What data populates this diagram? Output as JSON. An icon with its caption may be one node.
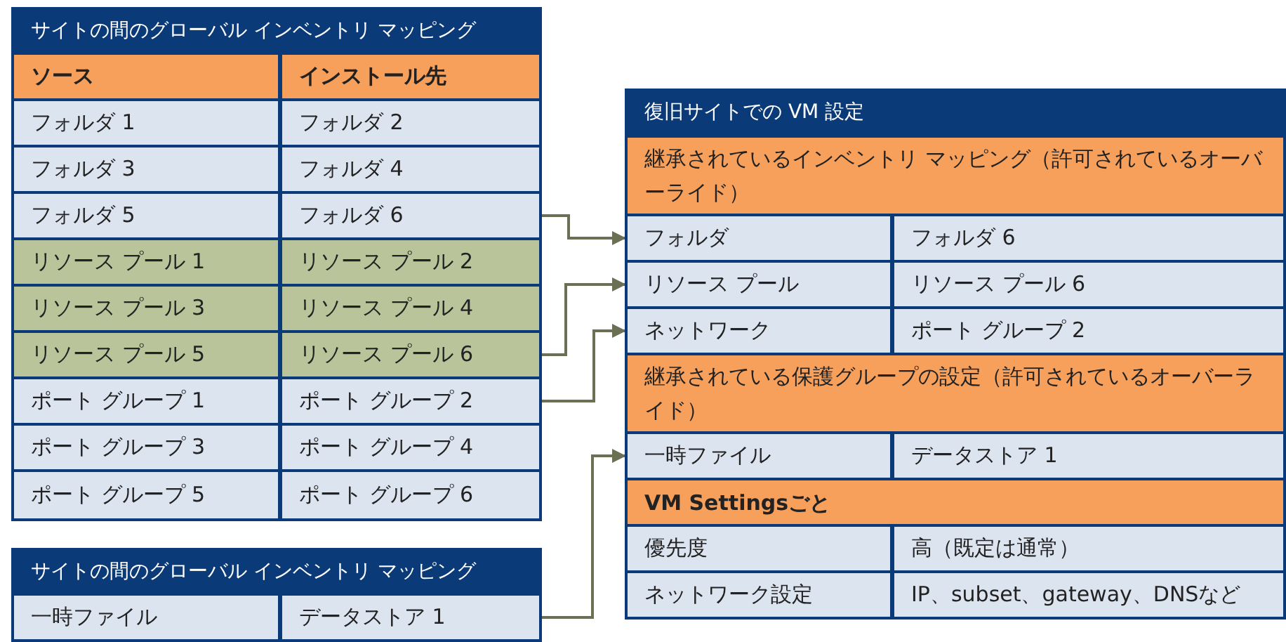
{
  "diagram": {
    "nodes": [
      {
        "text": [
          "サイトの間のグローバル インベントリ マッピング"
        ]
      },
      {
        "text": [
          "ソース",
          "インストール先"
        ],
        "in": 0
      },
      {
        "text": [
          "フォルダ 1",
          "フォルダ 2"
        ],
        "in": 0
      },
      {
        "text": [
          "フォルダ 3",
          "フォルダ 4"
        ],
        "in": 0
      },
      {
        "text": [
          "フォルダ 5",
          "フォルダ 6"
        ],
        "in": 0
      },
      {
        "text": [
          "リソース プール 1",
          "リソース プール 2"
        ],
        "in": 0
      },
      {
        "text": [
          "リソース プール 3",
          "リソース プール 4"
        ],
        "in": 0
      },
      {
        "text": [
          "リソース プール 5",
          "リソース プール 6"
        ],
        "in": 0
      },
      {
        "text": [
          "ポート グループ 1",
          "ポート グループ 2"
        ],
        "in": 0
      },
      {
        "text": [
          "ポート グループ 3",
          "ポート グループ 4"
        ],
        "in": 0
      },
      {
        "text": [
          "ポート グループ 5",
          "ポート グループ 6"
        ],
        "in": 0
      },
      {
        "text": [
          "サイトの間のグローバル インベントリ マッピング"
        ]
      },
      {
        "text": [
          "一時ファイル",
          "データストア 1"
        ],
        "in": 11
      },
      {
        "text": [
          "復旧サイトでの VM 設定"
        ]
      },
      {
        "text": [
          "継承されているインベントリ マッピング（許可されているオーバーライド）"
        ],
        "in": 13
      },
      {
        "text": [
          "フォルダ",
          "フォルダ 6"
        ],
        "in": 13
      },
      {
        "text": [
          "リソース プール",
          "リソース プール 6"
        ],
        "in": 13
      },
      {
        "text": [
          "ネットワーク",
          "ポート グループ 2"
        ],
        "in": 13
      },
      {
        "text": [
          "継承されている保護グループの設定（許可されているオーバーライド）"
        ],
        "in": 13
      },
      {
        "text": [
          "一時ファイル",
          "データストア 1"
        ],
        "in": 13
      },
      {
        "text": [
          "VM Settingsごと"
        ],
        "in": 13
      },
      {
        "text": [
          "優先度",
          "高（既定は通常）"
        ],
        "in": 13
      },
      {
        "text": [
          "ネットワーク設定",
          "IP、subset、gateway、DNSなど"
        ],
        "in": 13
      }
    ],
    "edges": [
      {
        "from": 4,
        "to": 15,
        "arrow": "to"
      },
      {
        "from": 7,
        "to": 16,
        "arrow": "to"
      },
      {
        "from": 8,
        "to": 17,
        "arrow": "to"
      },
      {
        "from": 12,
        "to": 19,
        "arrow": "to"
      }
    ]
  }
}
